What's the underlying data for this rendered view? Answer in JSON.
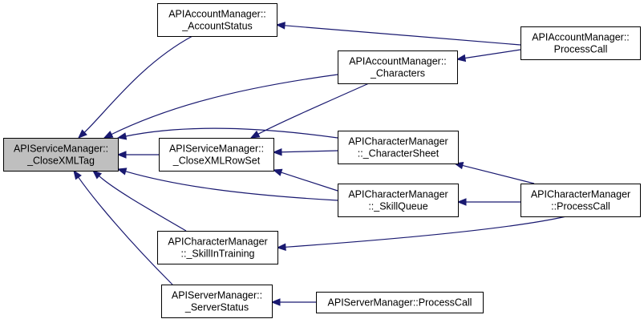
{
  "diagram": {
    "colors": {
      "edge": "#191970",
      "root_fill": "#bfbfbf",
      "node_fill": "#ffffff",
      "node_stroke": "#000000"
    },
    "nodes": [
      {
        "id": "svc_closexmltag",
        "lines": [
          "APIServiceManager::",
          "_CloseXMLTag"
        ],
        "root": true
      },
      {
        "id": "acct_accountstatus",
        "lines": [
          "APIAccountManager::",
          "_AccountStatus"
        ]
      },
      {
        "id": "acct_characters",
        "lines": [
          "APIAccountManager::",
          "_Characters"
        ]
      },
      {
        "id": "svc_closexmlrowset",
        "lines": [
          "APIServiceManager::",
          "_CloseXMLRowSet"
        ]
      },
      {
        "id": "char_charactersheet",
        "lines": [
          "APICharacterManager",
          "::_CharacterSheet"
        ]
      },
      {
        "id": "char_skillqueue",
        "lines": [
          "APICharacterManager",
          "::_SkillQueue"
        ]
      },
      {
        "id": "char_skillintraining",
        "lines": [
          "APICharacterManager",
          "::_SkillInTraining"
        ]
      },
      {
        "id": "srv_serverstatus",
        "lines": [
          "APIServerManager::",
          "_ServerStatus"
        ]
      },
      {
        "id": "acct_processcall",
        "lines": [
          "APIAccountManager::",
          "ProcessCall"
        ]
      },
      {
        "id": "char_processcall",
        "lines": [
          "APICharacterManager",
          "::ProcessCall"
        ]
      },
      {
        "id": "srv_processcall",
        "lines": [
          "APIServerManager::ProcessCall"
        ]
      }
    ],
    "edges": [
      {
        "from": "acct_accountstatus",
        "to": "svc_closexmltag"
      },
      {
        "from": "acct_characters",
        "to": "svc_closexmltag"
      },
      {
        "from": "svc_closexmlrowset",
        "to": "svc_closexmltag"
      },
      {
        "from": "char_charactersheet",
        "to": "svc_closexmltag"
      },
      {
        "from": "char_skillqueue",
        "to": "svc_closexmltag"
      },
      {
        "from": "char_skillintraining",
        "to": "svc_closexmltag"
      },
      {
        "from": "srv_serverstatus",
        "to": "svc_closexmltag"
      },
      {
        "from": "acct_characters",
        "to": "svc_closexmlrowset"
      },
      {
        "from": "char_charactersheet",
        "to": "svc_closexmlrowset"
      },
      {
        "from": "char_skillqueue",
        "to": "svc_closexmlrowset"
      },
      {
        "from": "acct_processcall",
        "to": "acct_accountstatus"
      },
      {
        "from": "acct_processcall",
        "to": "acct_characters"
      },
      {
        "from": "char_processcall",
        "to": "char_charactersheet"
      },
      {
        "from": "char_processcall",
        "to": "char_skillqueue"
      },
      {
        "from": "char_processcall",
        "to": "char_skillintraining"
      },
      {
        "from": "srv_processcall",
        "to": "srv_serverstatus"
      }
    ]
  }
}
